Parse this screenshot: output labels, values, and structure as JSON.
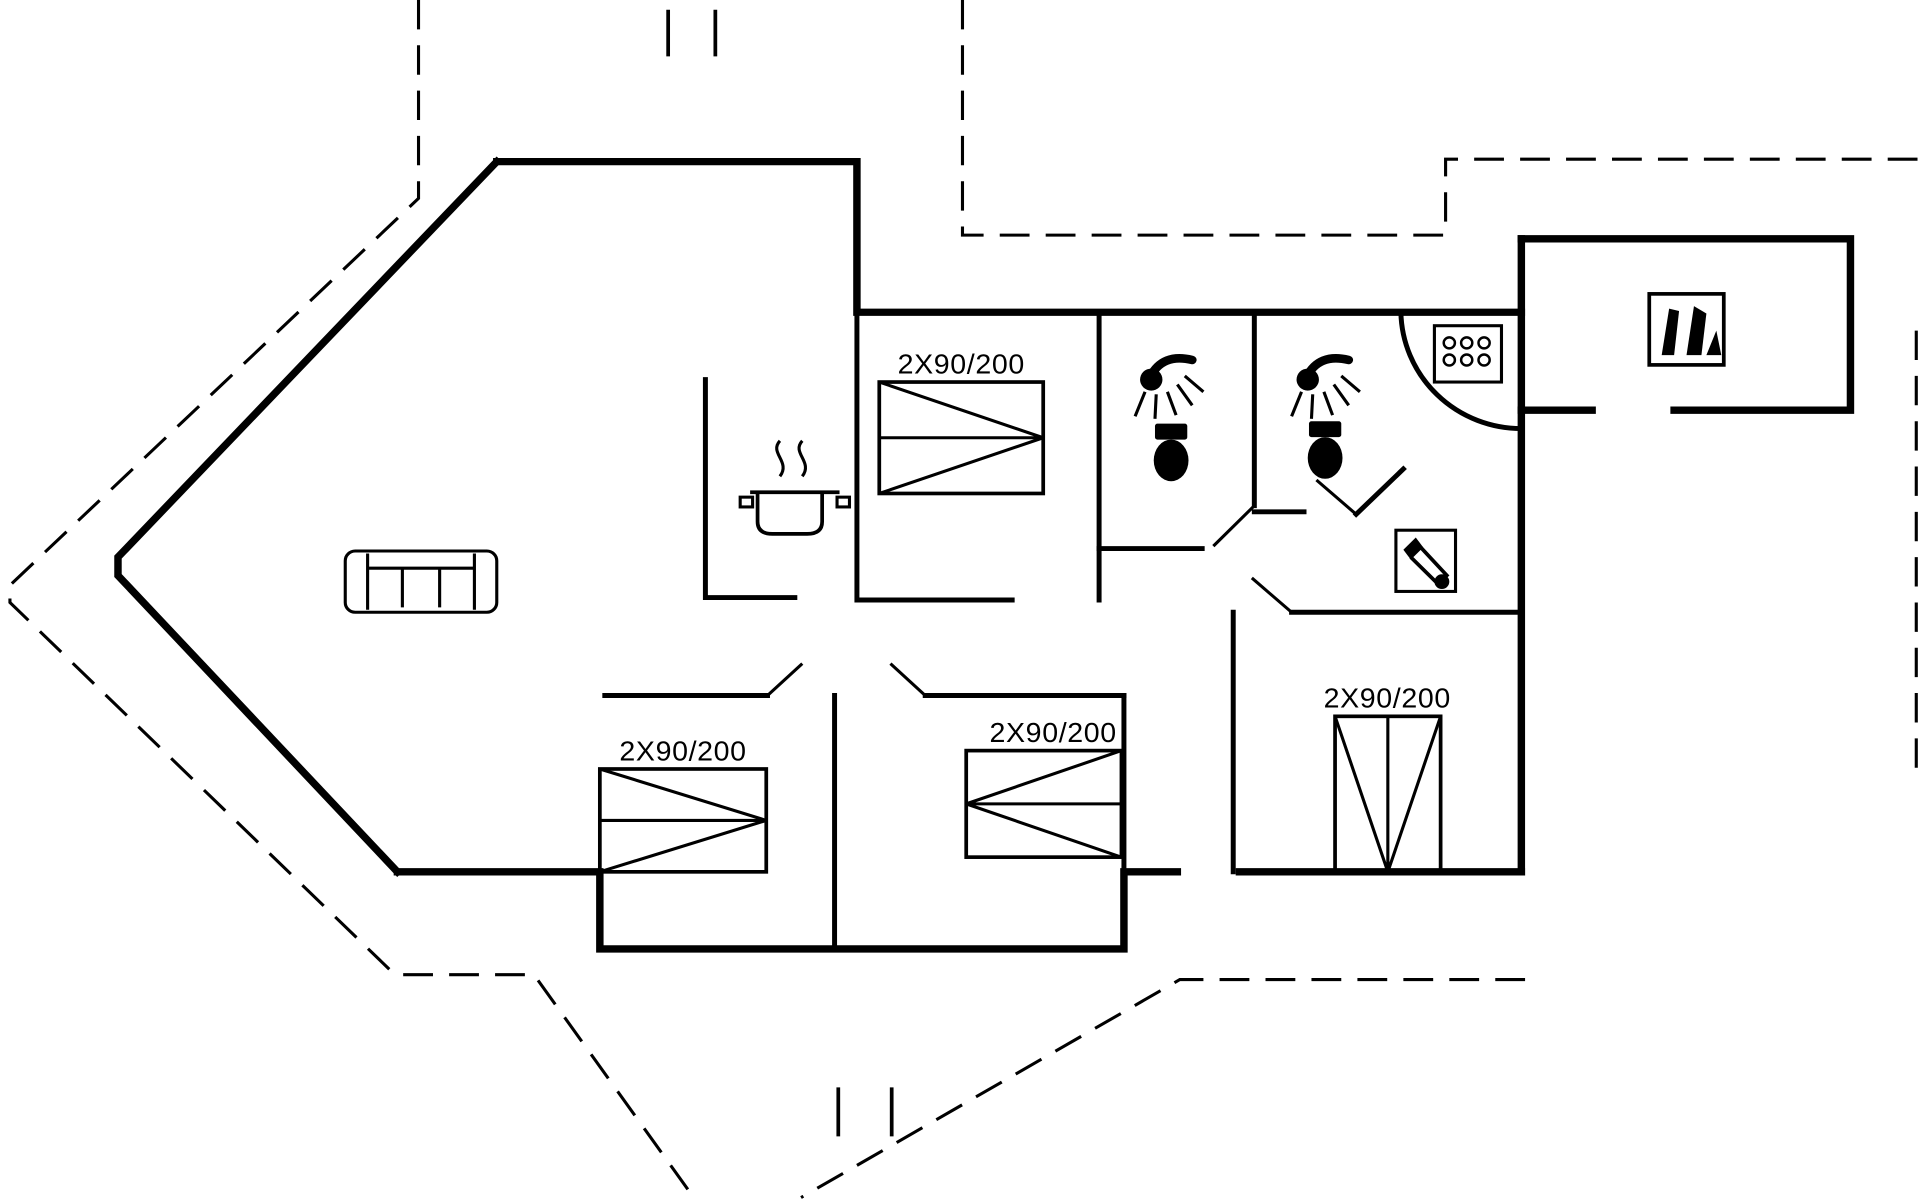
{
  "plan": {
    "labels": {
      "bed_top": "2X90/200",
      "bed_bottom_left": "2X90/200",
      "bed_bottom_middle": "2X90/200",
      "bed_bottom_right": "2X90/200"
    },
    "colors": {
      "line": "#000000",
      "background": "#ffffff"
    },
    "icons": {
      "sofa": "sofa-icon",
      "cooking_pot": "cooking-pot-icon",
      "shower_1": "shower-icon",
      "toilet_1": "toilet-icon",
      "shower_2": "shower-icon",
      "toilet_2": "toilet-icon",
      "hob": "hob-icon",
      "wood_stove": "wood-stove-icon",
      "water_heater": "water-heater-icon",
      "beds": "double-bed-icon",
      "door_swing": "door-swing-arc",
      "terrace": "terrace-dashed-outline",
      "steps": "step-marks"
    }
  }
}
